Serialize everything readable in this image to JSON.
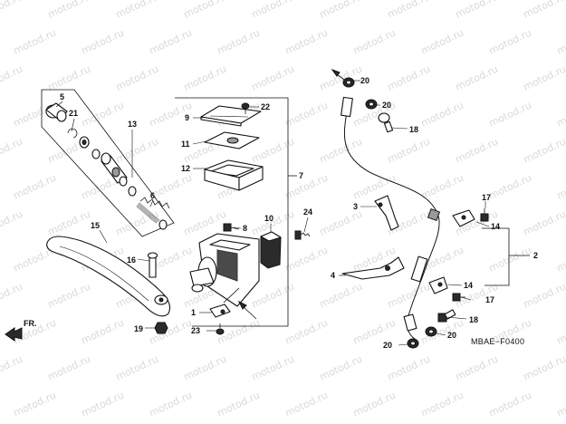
{
  "diagram": {
    "code": "MBAE−F0400",
    "front_label": "FR.",
    "watermark_text": "motod.ru",
    "callouts": {
      "c1": "1",
      "c2": "2",
      "c3": "3",
      "c4": "4",
      "c5": "5",
      "c6": "6",
      "c7": "7",
      "c8": "8",
      "c9": "9",
      "c10": "10",
      "c11": "11",
      "c12": "12",
      "c13": "13",
      "c14a": "14",
      "c14b": "14",
      "c15": "15",
      "c16": "16",
      "c17a": "17",
      "c17b": "17",
      "c18a": "18",
      "c18b": "18",
      "c19": "19",
      "c20a": "20",
      "c20b": "20",
      "c20c": "20",
      "c20d": "20",
      "c21": "21",
      "c22": "22",
      "c23": "23",
      "c24": "24"
    }
  }
}
